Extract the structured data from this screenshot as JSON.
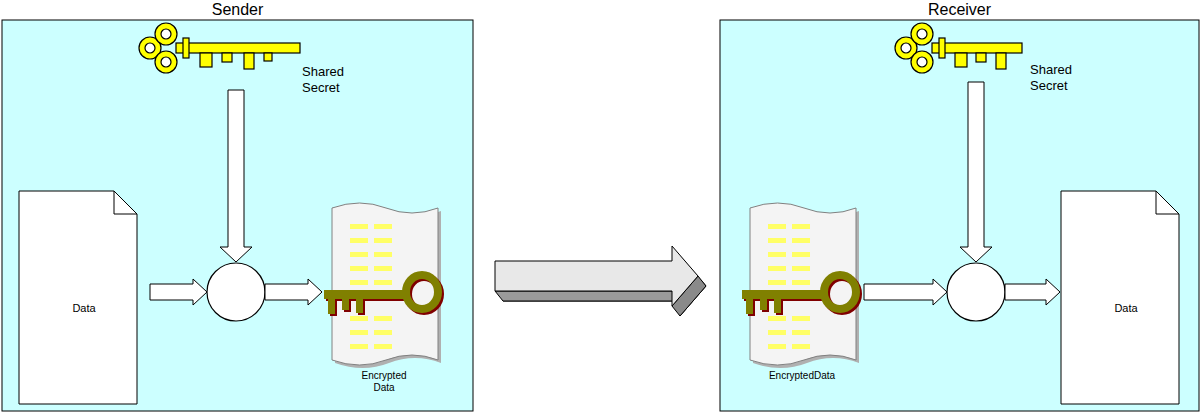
{
  "diagram": {
    "nodes": [
      {
        "text": [
          "Sender"
        ]
      },
      {
        "text": [
          "Receiver"
        ]
      },
      {
        "text": [
          "Data"
        ],
        "in": 0
      },
      {
        "text": [
          "Encrypted Data"
        ],
        "in": 0
      },
      {
        "text": [
          "EncryptedData"
        ],
        "in": 1
      },
      {
        "text": [
          "Data"
        ],
        "in": 1
      }
    ],
    "edges": [
      {
        "from": 2,
        "to": 3,
        "arrow": "to"
      },
      {
        "from": 0,
        "to": 1,
        "arrow": "to"
      },
      {
        "from": 4,
        "to": 5,
        "arrow": "to"
      }
    ],
    "labels": [
      "Shared Secret",
      "Shared Secret"
    ]
  }
}
